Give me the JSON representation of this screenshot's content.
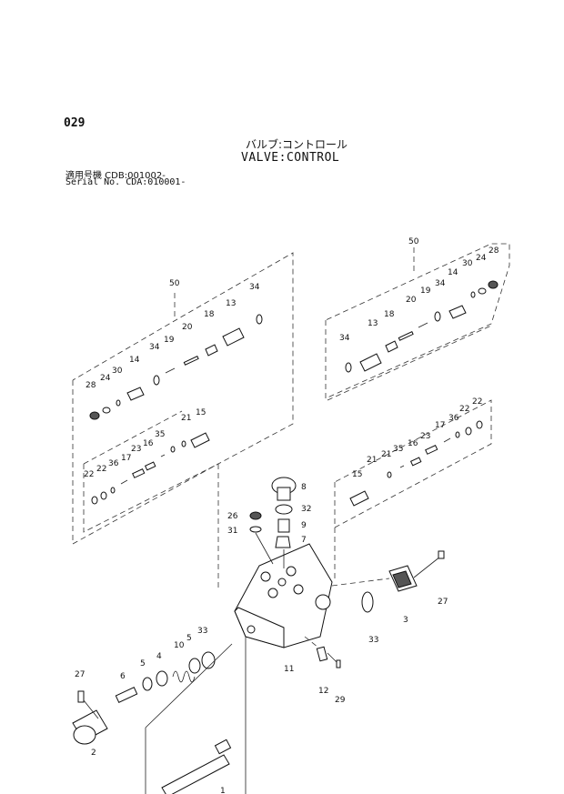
{
  "header": {
    "page_number": "029",
    "title_jp": "バルブ:コントロール",
    "title_en": "VALVE:CONTROL",
    "serial_jp": "適用号機 CDB:001002-",
    "serial_en": "Serial No. CDA:010001-"
  },
  "callouts": {
    "assy_left": "50",
    "assy_right": "50",
    "left_group": [
      "28",
      "24",
      "30",
      "14",
      "34",
      "19",
      "20",
      "18",
      "13",
      "34",
      "22",
      "22",
      "36",
      "17",
      "23",
      "16",
      "35",
      "21",
      "15"
    ],
    "right_group": [
      "30",
      "24",
      "28",
      "14",
      "34",
      "19",
      "20",
      "18",
      "13",
      "34",
      "21",
      "21",
      "35",
      "16",
      "23",
      "17",
      "36",
      "22",
      "22",
      "15"
    ],
    "lower": [
      "8",
      "32",
      "26",
      "9",
      "31",
      "7",
      "27",
      "3",
      "33",
      "11",
      "12",
      "29",
      "27",
      "6",
      "5",
      "4",
      "10",
      "5",
      "33",
      "2",
      "1"
    ]
  }
}
